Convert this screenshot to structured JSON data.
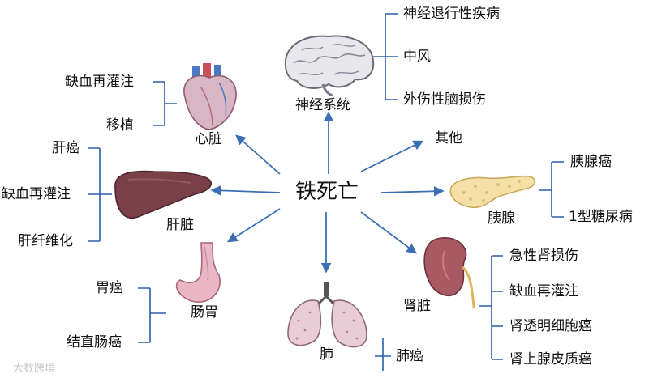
{
  "center": "铁死亡",
  "organs": {
    "brain": "神经系统",
    "heart": "心脏",
    "liver": "肝脏",
    "stomach": "肠胃",
    "lung": "肺",
    "kidney": "肾脏",
    "pancreas": "胰腺",
    "other": "其他"
  },
  "diseases": {
    "brain": [
      "神经退行性疾病",
      "中风",
      "外伤性脑损伤"
    ],
    "heart": [
      "缺血再灌注",
      "移植"
    ],
    "liver": [
      "肝癌",
      "缺血再灌注",
      "肝纤维化"
    ],
    "stomach": [
      "胃癌",
      "结直肠癌"
    ],
    "lung": [
      "肺癌"
    ],
    "kidney": [
      "急性肾损伤",
      "缺血再灌注",
      "肾透明细胞癌",
      "肾上腺皮质癌"
    ],
    "pancreas": [
      "胰腺癌",
      "1型糖尿病"
    ]
  },
  "watermark": "大数跨境",
  "colors": {
    "arrow": "#3a6fb5",
    "bracket": "#2a5ea8"
  }
}
